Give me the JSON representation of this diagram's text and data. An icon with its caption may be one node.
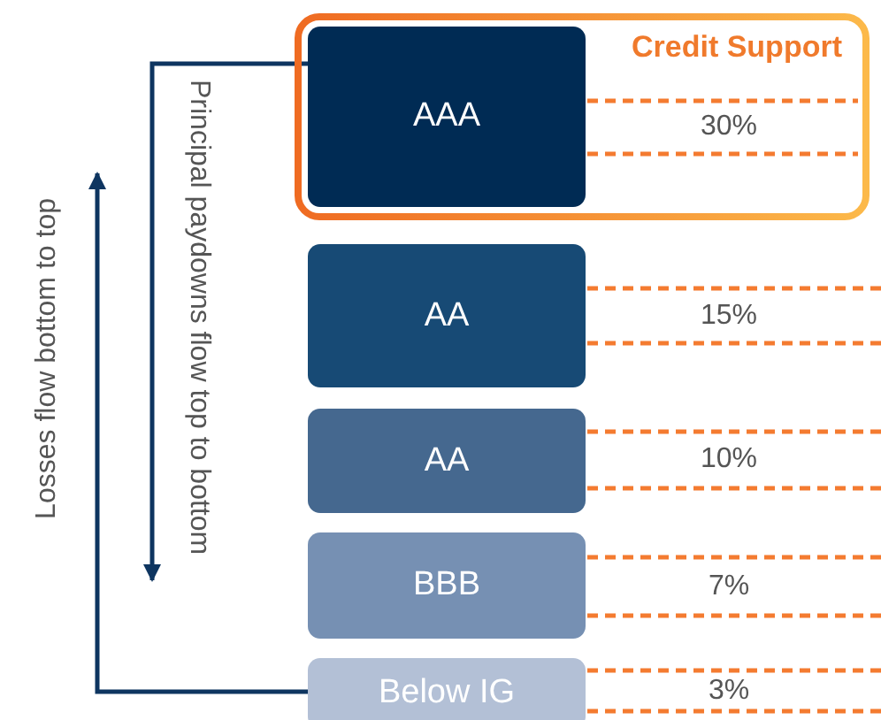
{
  "diagram": {
    "nodes": [
      {
        "text": [
          "Credit Support"
        ]
      },
      {
        "text": [
          "AAA"
        ],
        "in": 0
      },
      {
        "text": [
          "AA"
        ]
      },
      {
        "text": [
          "AA"
        ]
      },
      {
        "text": [
          "BBB"
        ]
      },
      {
        "text": [
          "Below IG"
        ]
      }
    ],
    "labels": [
      "30%",
      "15%",
      "10%",
      "7%",
      "3%"
    ],
    "edges": [
      {
        "from": 1,
        "to": null,
        "arrow": "to",
        "label": "Principal paydowns flow top to bottom"
      },
      {
        "from": 5,
        "to": null,
        "arrow": "to",
        "label": "Losses flow bottom to top"
      }
    ]
  }
}
